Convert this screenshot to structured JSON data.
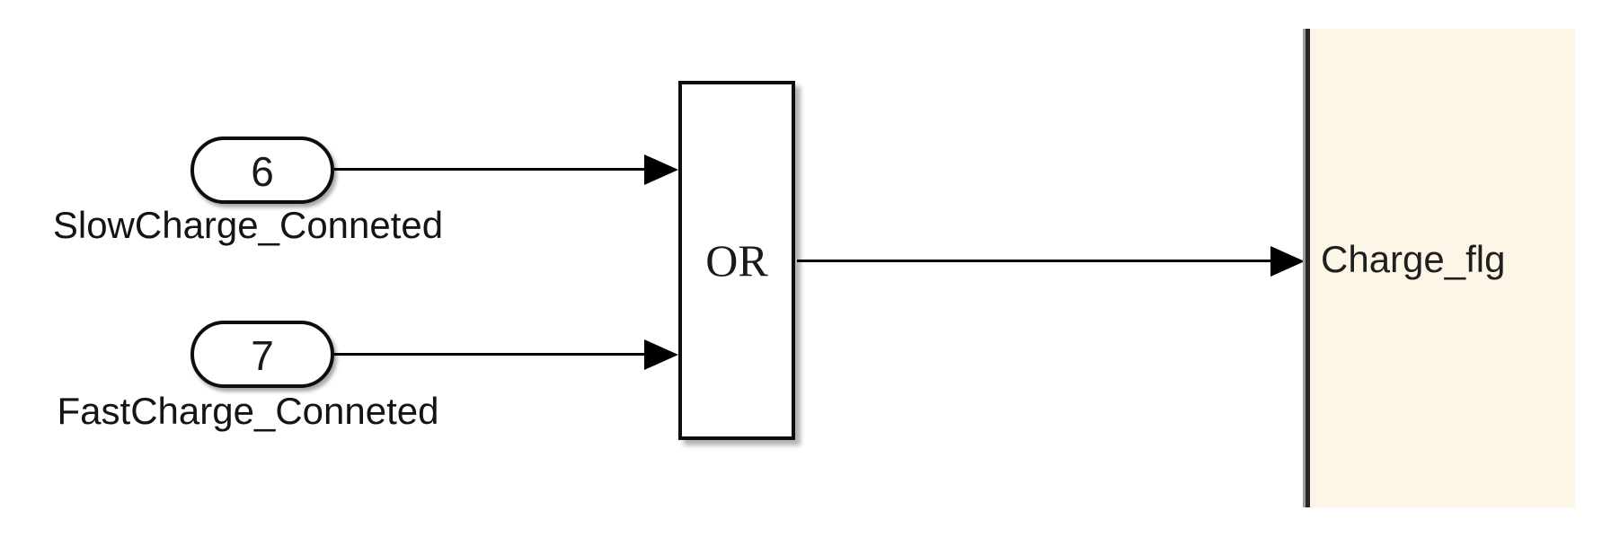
{
  "diagram": {
    "app": "simulink-model-canvas",
    "ports": [
      {
        "number": "6",
        "label": "SlowCharge_Conneted"
      },
      {
        "number": "7",
        "label": "FastCharge_Conneted"
      }
    ],
    "operator": {
      "label": "OR",
      "type": "logical-operator"
    },
    "output": {
      "label": "Charge_flg"
    },
    "colors": {
      "background": "#ffffff",
      "subsystem_fill": "#fdf5e6",
      "wire": "#000000",
      "boundary_dark": "#262626",
      "boundary_light": "#9e9e9e"
    }
  }
}
